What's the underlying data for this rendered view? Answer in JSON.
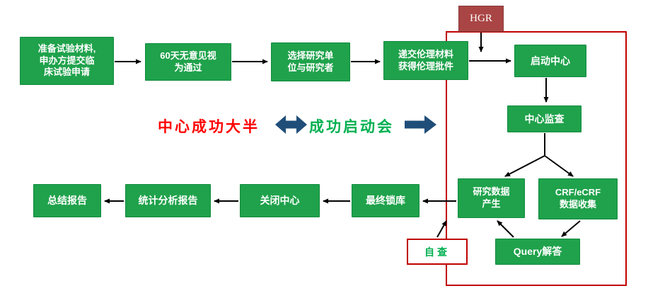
{
  "boxes": {
    "prepare": "准备试验材料,\n申办方提交临\n床试验申请",
    "sixty_days": "60天无意见视\n为通过",
    "select_site": "选择研究单\n位与研究者",
    "ethics": "递交伦理材料\n获得伦理批件",
    "hgr": "HGR",
    "start_center": "启动中心",
    "monitor": "中心监查",
    "data_generation": "研究数据\n产生",
    "crf": "CRF/eCRF\n数据收集",
    "query": "Query解答",
    "self_check": "自查",
    "final_lock": "最终锁库",
    "close_center": "关闭中心",
    "stats_report": "统计分析报告",
    "summary_report": "总结报告"
  },
  "annotations": {
    "center_success": "中心成功大半",
    "kickoff_success": "成功启动会"
  },
  "colors": {
    "box_green": "#1FA24B",
    "hgr_red": "#A94544",
    "annotation_red": "#FF0000",
    "annotation_green": "#00B050",
    "arrow_navy": "#1F4E79",
    "frame_red": "#C00000"
  }
}
